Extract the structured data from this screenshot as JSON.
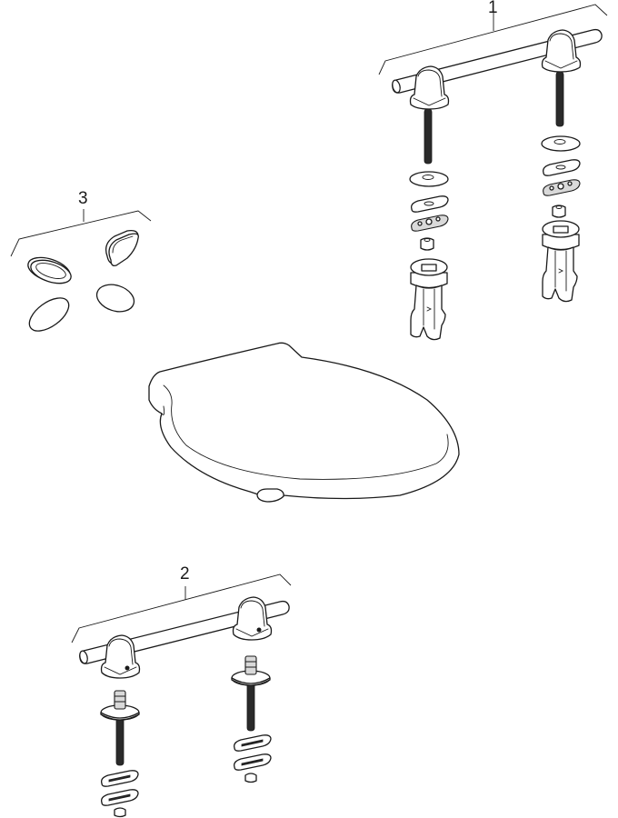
{
  "diagram": {
    "type": "exploded-view spare parts drawing",
    "background": "#ffffff",
    "line_color": "#1a1a1a",
    "callouts": [
      {
        "id": "1",
        "label": "1",
        "description": "Hinge set with rod, two hinge brackets, threaded bolts, washers, slotted plates, nuts and expansion anchors"
      },
      {
        "id": "2",
        "label": "2",
        "description": "Hinge set with rod, two hinge brackets, threaded bolts with collar discs, slotted plates and nuts"
      },
      {
        "id": "3",
        "label": "3",
        "description": "Set of four buffers (seat and lid bumpers)"
      }
    ],
    "unlabeled_parts": [
      {
        "id": "seat",
        "description": "Toilet seat with lid (closed)"
      }
    ]
  }
}
